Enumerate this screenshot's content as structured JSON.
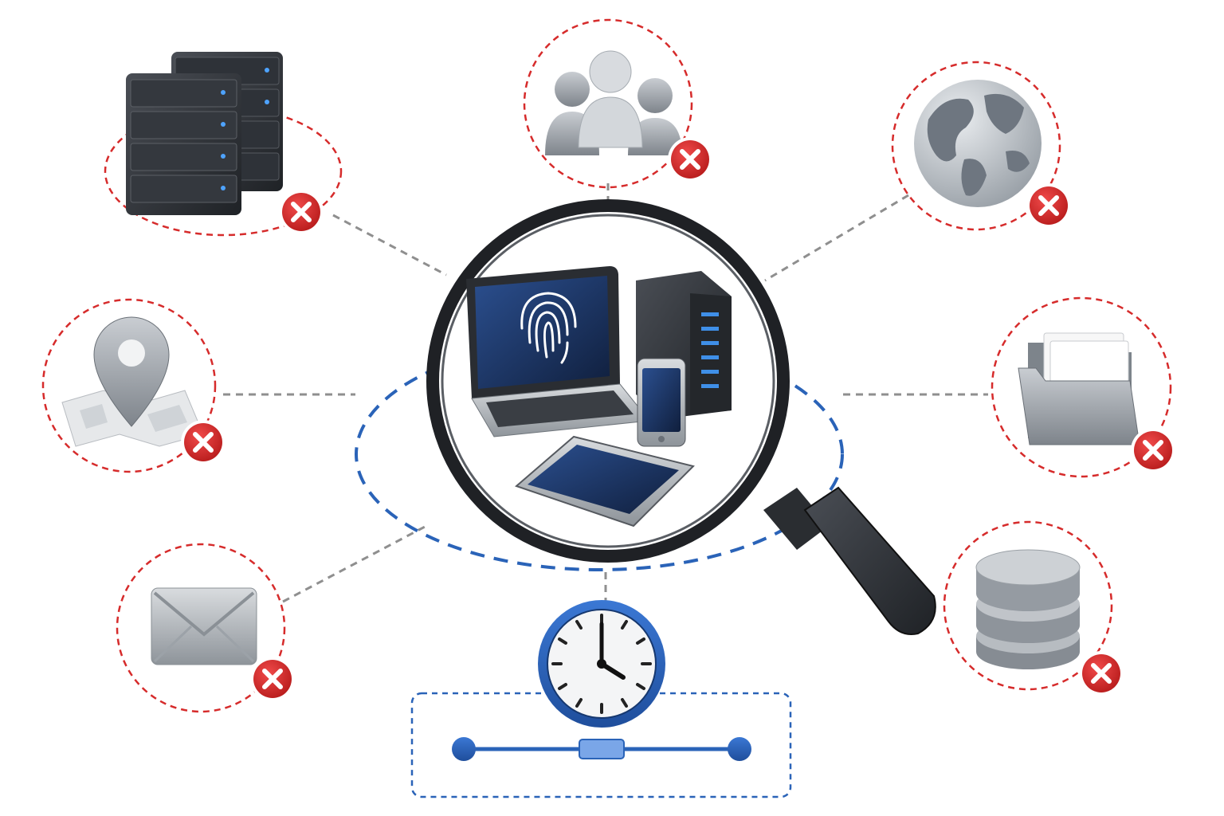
{
  "diagram": {
    "nodes": [
      {
        "id": "servers",
        "icon": "server-rack-icon",
        "status": "blocked"
      },
      {
        "id": "users",
        "icon": "user-group-icon",
        "status": "blocked"
      },
      {
        "id": "globe",
        "icon": "globe-icon",
        "status": "blocked"
      },
      {
        "id": "location",
        "icon": "map-pin-icon",
        "status": "blocked"
      },
      {
        "id": "folder",
        "icon": "folder-icon",
        "status": "blocked"
      },
      {
        "id": "email",
        "icon": "envelope-icon",
        "status": "blocked"
      },
      {
        "id": "database",
        "icon": "database-icon",
        "status": "blocked"
      }
    ],
    "center": {
      "icon": "magnifying-glass-icon",
      "devices": [
        "laptop-fingerprint-icon",
        "tower-server-icon",
        "smartphone-icon",
        "tablet-icon"
      ]
    },
    "timeline": {
      "icon": "clock-icon",
      "time": "4:00",
      "slider_position": 0.5
    }
  },
  "colors": {
    "blocked": "#d62b2b",
    "connector": "#8f8f8f",
    "focus": "#2a63b8",
    "icon_gray": "#8c9299",
    "device_dark": "#2b2e33",
    "screen_blue": "#1b3566"
  }
}
